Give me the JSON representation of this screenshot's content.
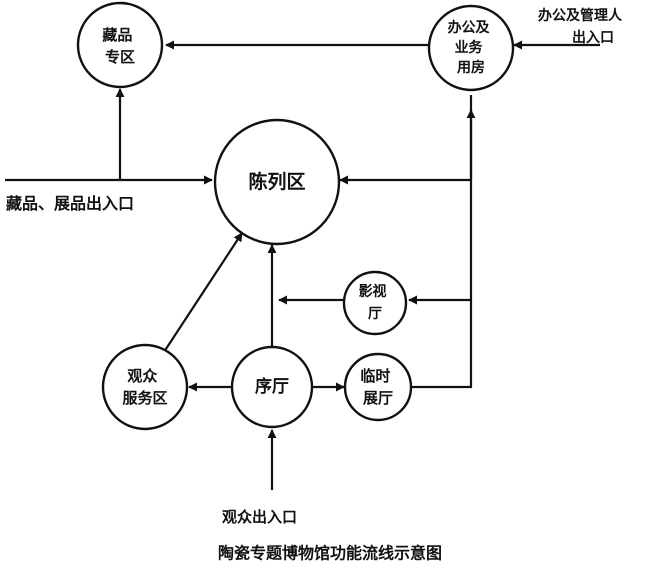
{
  "diagram": {
    "caption": "陶瓷专题博物馆功能流线示意图",
    "nodes": {
      "collection": {
        "lines": [
          "藏品",
          "专区"
        ]
      },
      "office": {
        "lines": [
          "办公及",
          "业务",
          "用房"
        ]
      },
      "exhibition": {
        "lines": [
          "陈列区"
        ]
      },
      "cinema": {
        "lines": [
          "影视",
          "厅"
        ]
      },
      "service": {
        "lines": [
          "观众",
          "服务区"
        ]
      },
      "lobby": {
        "lines": [
          "序厅"
        ]
      },
      "temporary": {
        "lines": [
          "临时",
          "展厅"
        ]
      }
    },
    "entrances": {
      "staff": {
        "lines": [
          "办公及管理人",
          "出入口"
        ]
      },
      "goods": {
        "lines": [
          "藏品、展品出入口"
        ]
      },
      "visitor": {
        "lines": [
          "观众出入口"
        ]
      }
    }
  },
  "colors": {
    "stroke": "#111111",
    "background": "#ffffff"
  }
}
